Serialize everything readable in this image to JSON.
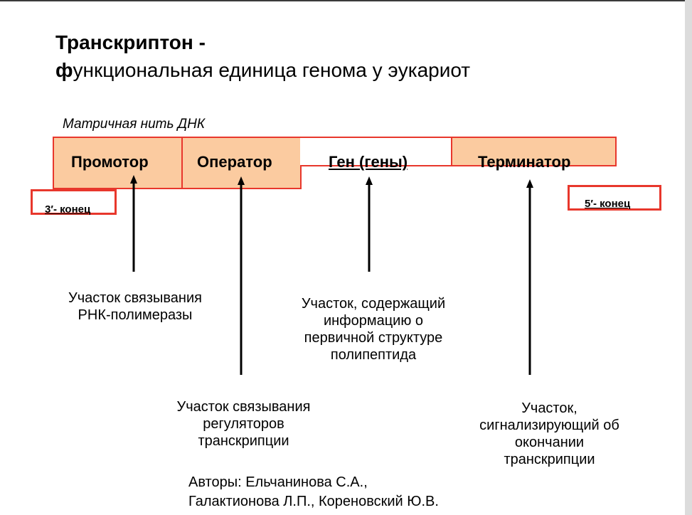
{
  "title": "Транскриптон -",
  "subtitle": {
    "first_letter": "ф",
    "rest": "ункциональная единица генома у эукариот"
  },
  "strand_label": "Матричная нить ДНК",
  "segments": {
    "promoter": "Промотор",
    "operator": "Оператор",
    "gene": "Ген (гены)",
    "terminator": "Терминатор"
  },
  "ends": {
    "three_prime": "3′- конец",
    "five_prime": "5′- конец"
  },
  "descriptions": {
    "promoter": [
      "Участок связывания",
      "РНК-полимеразы"
    ],
    "gene": [
      "Участок, содержащий",
      "информацию о",
      "первичной структуре",
      "полипептида"
    ],
    "operator": [
      "Участок связывания",
      "регуляторов",
      "транскрипции"
    ],
    "terminator": [
      "Участок,",
      "сигнализирующий об",
      "окончании",
      "транскрипции"
    ]
  },
  "authors": [
    "Авторы: Ельчанинова С.А.,",
    "Галактионова Л.П., Кореновский Ю.В."
  ],
  "colors": {
    "segment_fill": "#fbcba0",
    "segment_border": "#e8372c",
    "arrow": "#000000"
  }
}
